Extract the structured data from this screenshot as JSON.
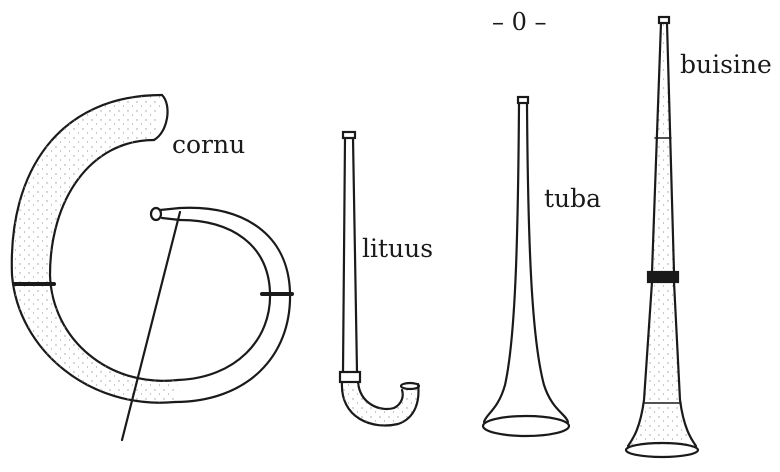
{
  "labels": {
    "scale": "– 0 –",
    "cornu": "cornu",
    "lituus": "lituus",
    "tuba": "tuba",
    "buisine": "buisine"
  },
  "colors": {
    "ink": "#1a1a1a",
    "stipple": "#9a9a9a",
    "background": "#ffffff"
  }
}
